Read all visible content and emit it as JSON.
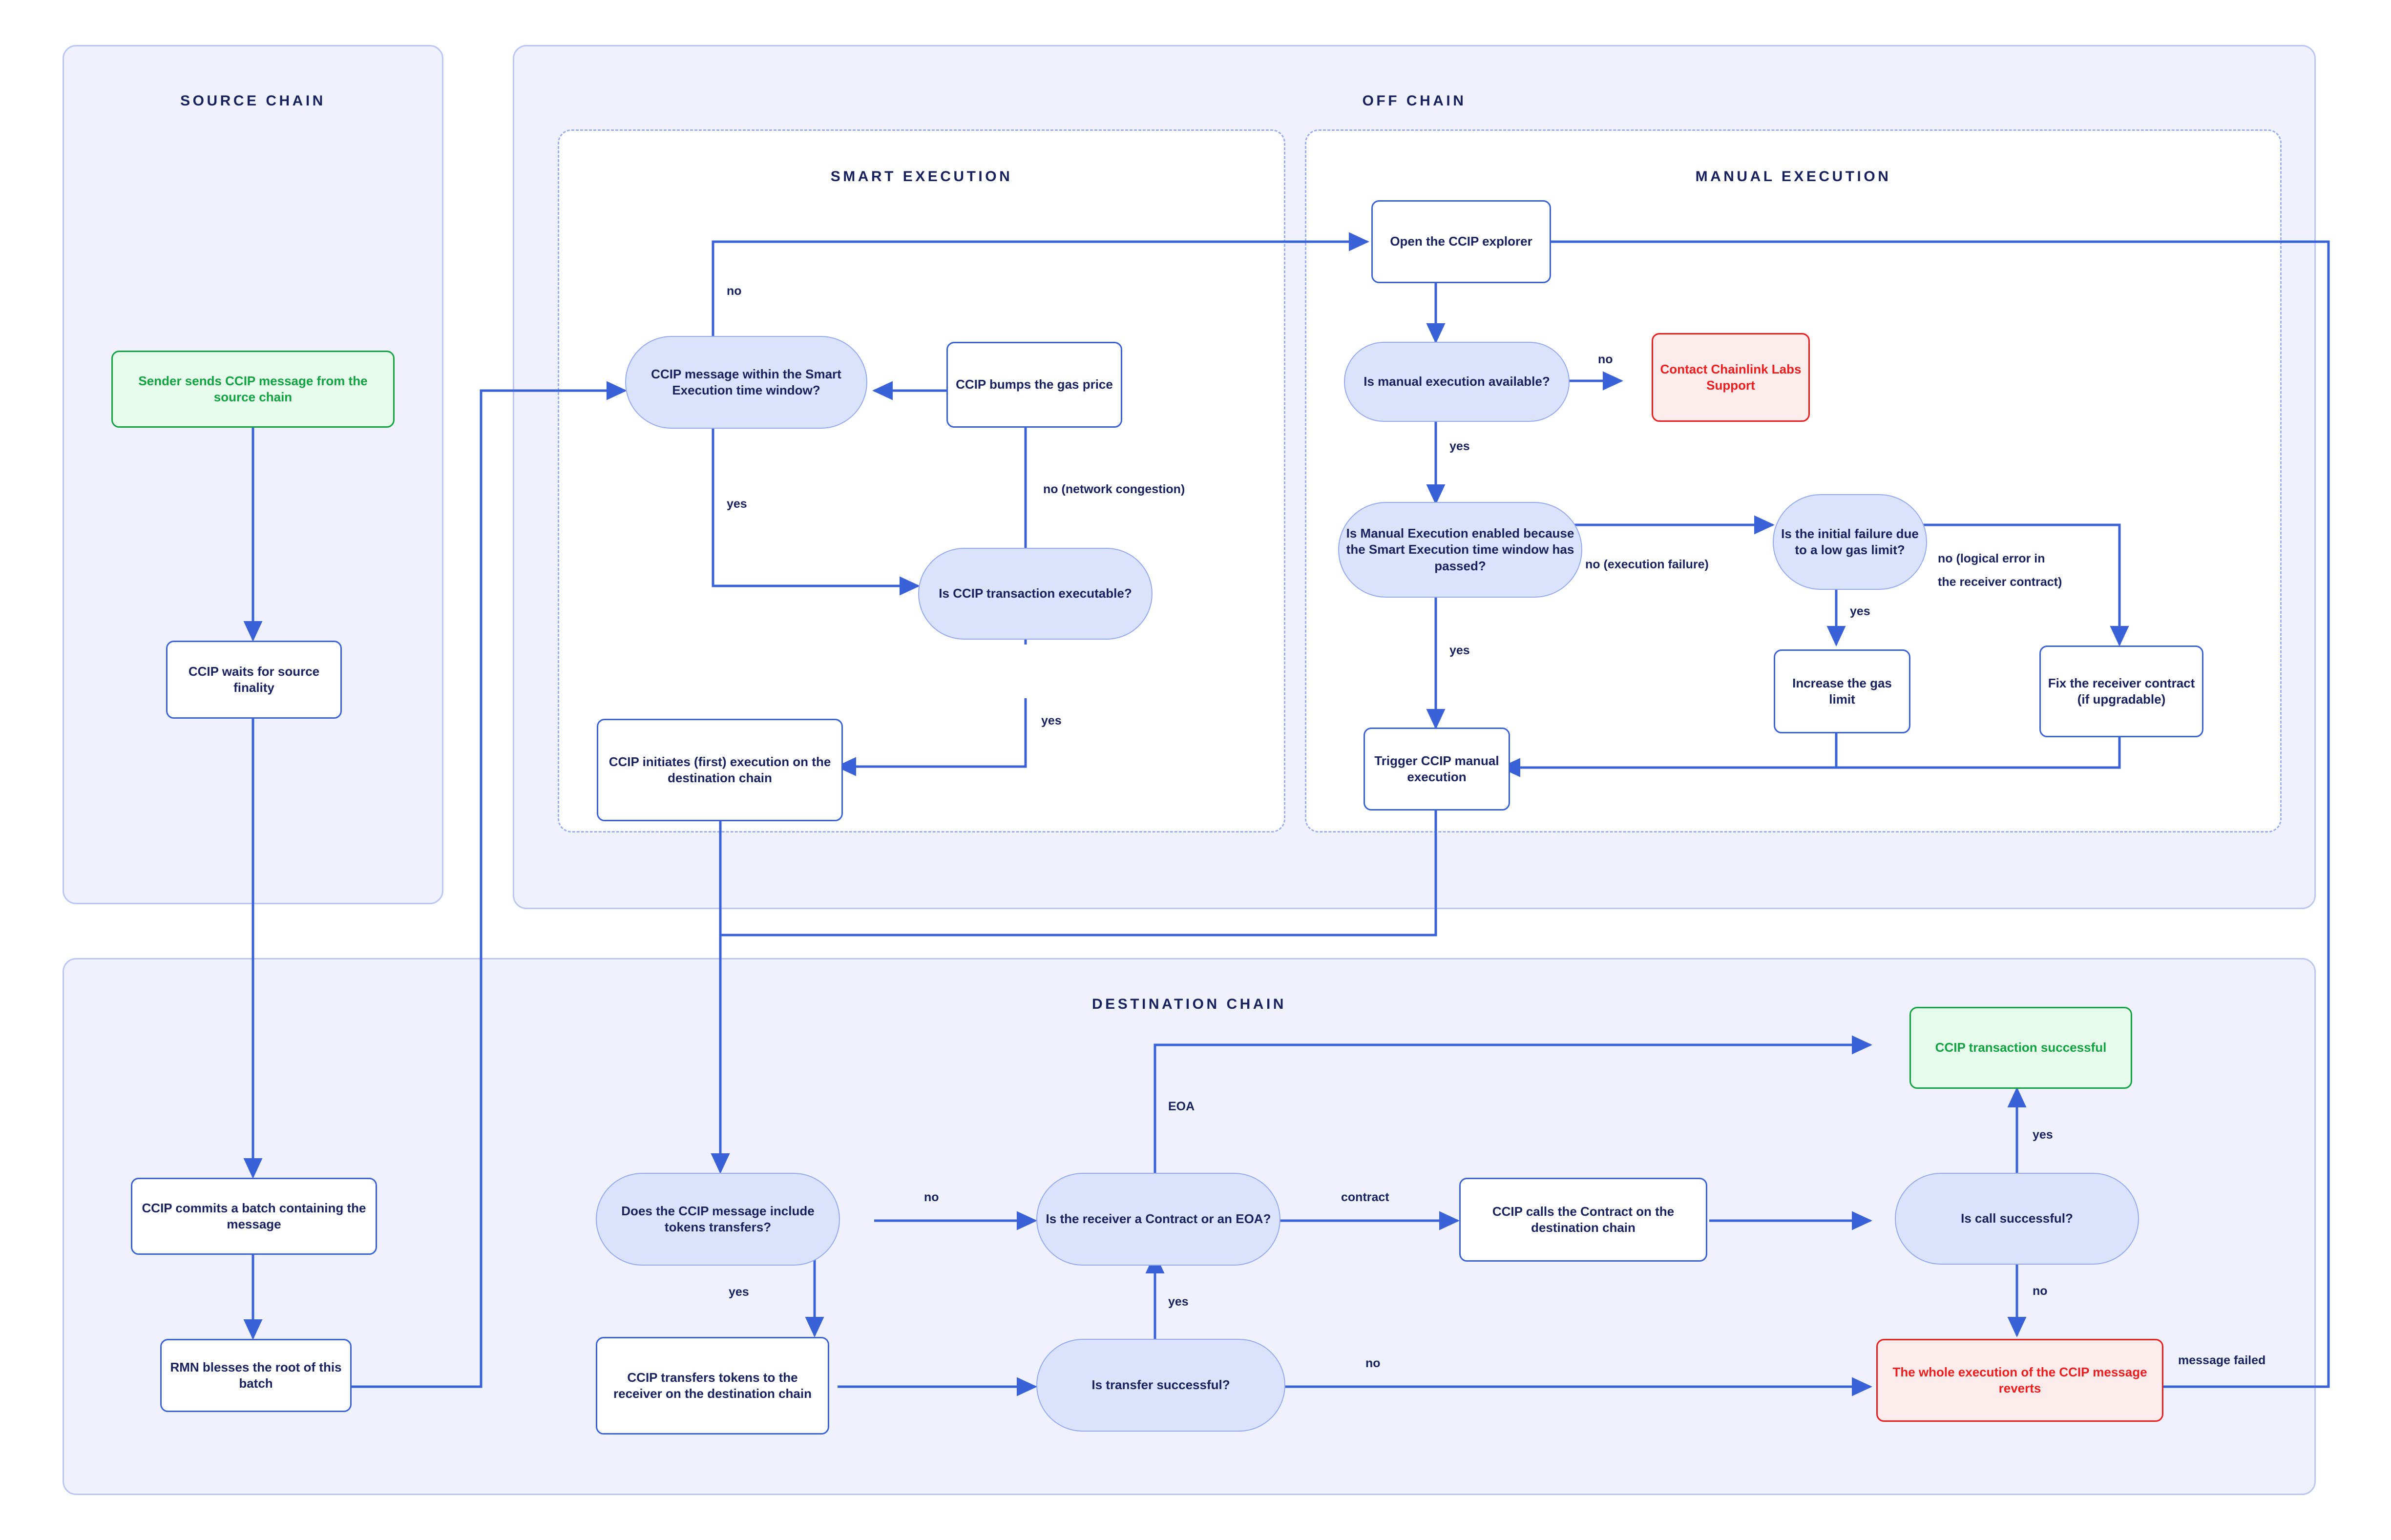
{
  "colors": {
    "panel_fill": "#eff2fd",
    "panel_border": "#bac6f5",
    "wire": "#3a62d8",
    "text_navy": "#17215e",
    "decision_fill": "#dbe3fb",
    "decision_border": "#93aaf0",
    "success_green": "#12a341",
    "success_fill": "#e6fbeb",
    "error_red": "#ee1c1c",
    "error_fill": "#fdecec",
    "page_bg": "#ffffff"
  },
  "panels": {
    "source_chain": "SOURCE CHAIN",
    "off_chain": "OFF CHAIN",
    "smart_execution": "SMART EXECUTION",
    "manual_execution": "MANUAL EXECUTION",
    "destination_chain": "DESTINATION CHAIN"
  },
  "nodes": {
    "sender_sends": "Sender sends CCIP message from the source chain",
    "waits_finality": "CCIP waits for source finality",
    "commits_batch": "CCIP commits a batch containing the message",
    "rmn_blesses": "RMN blesses the root of this batch",
    "msg_within_window": "CCIP message within the Smart Execution time window?",
    "bumps_gas": "CCIP bumps the gas price",
    "tx_executable": "Is CCIP transaction executable?",
    "initiates_execution": "CCIP initiates (first) execution on the destination chain",
    "open_explorer": "Open the CCIP explorer",
    "manual_available": "Is manual execution available?",
    "contact_support": "Contact Chainlink Labs Support",
    "manual_enabled": "Is Manual Execution enabled because the Smart Execution time window has passed?",
    "initial_failure_gas": "Is the initial failure due to a low gas limit?",
    "increase_gas": "Increase the gas limit",
    "fix_receiver": "Fix the receiver contract (if upgradable)",
    "trigger_manual": "Trigger CCIP manual execution",
    "tokens_transfers": "Does the CCIP message include tokens transfers?",
    "transfers_tokens": "CCIP transfers tokens to the receiver on the destination chain",
    "transfer_successful": "Is transfer successful?",
    "receiver_kind": "Is the receiver a Contract or an EOA?",
    "calls_contract": "CCIP calls the Contract on the destination chain",
    "call_successful": "Is call successful?",
    "tx_successful": "CCIP transaction successful",
    "execution_reverts": "The whole execution of the CCIP message reverts"
  },
  "edge_labels": {
    "no_window": "no",
    "yes_window": "yes",
    "no_congestion": "no (network congestion)",
    "yes_executable": "yes",
    "no_manual": "no",
    "yes_manual": "yes",
    "no_execution_failure": "no (execution failure)",
    "yes_smart_passed": "yes",
    "yes_low_gas": "yes",
    "no_logical_error": "no (logical error in the receiver contract)",
    "no_tokens": "no",
    "yes_tokens": "yes",
    "yes_transfer": "yes",
    "no_transfer": "no",
    "eoa": "EOA",
    "contract": "contract",
    "yes_call": "yes",
    "no_call": "no",
    "message_failed": "message failed"
  }
}
